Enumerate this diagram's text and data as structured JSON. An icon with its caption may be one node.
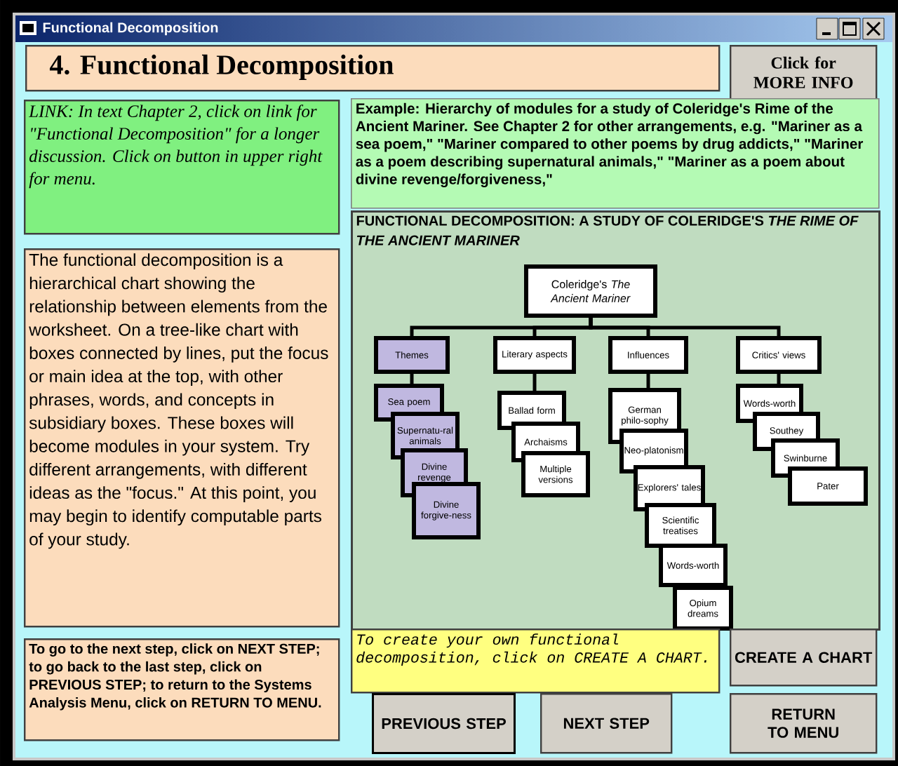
{
  "diagram": {
    "title": "4. Functional Decomposition",
    "nodes": [
      {
        "text": [
          "Click for MORE INFO"
        ]
      },
      {
        "text": [
          "LINK: In text Chapter 2, click on link for \"Functional Decomposition\" for a longer discussion. Click on button in upper right for menu."
        ]
      },
      {
        "text": [
          "The functional decomposition is a hierarchical chart showing the relationship between elements from the worksheet. On a tree-like chart with boxes connected by lines, put the focus or main idea at the top, with other phrases, words, and concepts in subsidiary boxes. These boxes will become modules in your system. Try different arrangements, with different ideas as the \"focus.\" At this point, you may begin to identify computable parts of your study."
        ]
      },
      {
        "text": [
          "To go to the next step, click on NEXT STEP; to go back to the last step, click on PREVIOUS STEP; to return to the Systems Analysis Menu, click on RETURN TO MENU."
        ]
      },
      {
        "text": [
          "Example: Hierarchy of modules for a study of Coleridge's Rime of the Ancient Mariner. See Chapter 2 for other arrangements, e.g. \"Mariner as a sea poem,\" \"Mariner compared to other poems by drug addicts,\" \"Mariner as a poem describing supernatural animals,\" \"Mariner as a poem about divine revenge/forgiveness,\""
        ]
      },
      {
        "text": [
          "FUNCTIONAL DECOMPOSITION: A STUDY OF COLERIDGE'S *THE RIME OF THE ANCIENT MARINER*"
        ]
      },
      {
        "text": [
          "Coleridge's *The Ancient Mariner*"
        ],
        "in": 5
      },
      {
        "text": [
          "Themes"
        ],
        "in": 5
      },
      {
        "text": [
          "Literary aspects"
        ],
        "in": 5
      },
      {
        "text": [
          "Influences"
        ],
        "in": 5
      },
      {
        "text": [
          "Critics' views"
        ],
        "in": 5
      },
      {
        "text": [
          "Sea poem"
        ],
        "in": 5
      },
      {
        "text": [
          "Supernatu-ral animals"
        ],
        "in": 5
      },
      {
        "text": [
          "Divine revenge"
        ],
        "in": 5
      },
      {
        "text": [
          "Divine forgive-ness"
        ],
        "in": 5
      },
      {
        "text": [
          "Ballad form"
        ],
        "in": 5
      },
      {
        "text": [
          "Archaisms"
        ],
        "in": 5
      },
      {
        "text": [
          "Multiple versions"
        ],
        "in": 5
      },
      {
        "text": [
          "German philo-sophy"
        ],
        "in": 5
      },
      {
        "text": [
          "Neo-platonism"
        ],
        "in": 5
      },
      {
        "text": [
          "Explorers' tales"
        ],
        "in": 5
      },
      {
        "text": [
          "Scientific treatises"
        ],
        "in": 5
      },
      {
        "text": [
          "Words-worth"
        ],
        "in": 5
      },
      {
        "text": [
          "Opium dreams"
        ],
        "in": 5
      },
      {
        "text": [
          "Words-worth"
        ],
        "in": 5
      },
      {
        "text": [
          "Southey"
        ],
        "in": 5
      },
      {
        "text": [
          "Swinburne"
        ],
        "in": 5
      },
      {
        "text": [
          "Pater"
        ],
        "in": 5
      },
      {
        "text": [
          "To create your own functional decomposition, click on CREATE A CHART."
        ]
      },
      {
        "text": [
          "CREATE A CHART"
        ]
      },
      {
        "text": [
          "PREVIOUS STEP"
        ]
      },
      {
        "text": [
          "NEXT STEP"
        ]
      },
      {
        "text": [
          "RETURN TO MENU"
        ]
      }
    ],
    "edges": [
      {
        "from": 6,
        "to": 7,
        "arrow": "none"
      },
      {
        "from": 6,
        "to": 8,
        "arrow": "none"
      },
      {
        "from": 6,
        "to": 9,
        "arrow": "none"
      },
      {
        "from": 6,
        "to": 10,
        "arrow": "none"
      },
      {
        "from": 7,
        "to": 11,
        "arrow": "none"
      },
      {
        "from": 8,
        "to": 15,
        "arrow": "none"
      },
      {
        "from": 9,
        "to": 18,
        "arrow": "none"
      },
      {
        "from": 10,
        "to": 24,
        "arrow": "none"
      }
    ],
    "labels": [
      "Functional Decomposition"
    ]
  }
}
